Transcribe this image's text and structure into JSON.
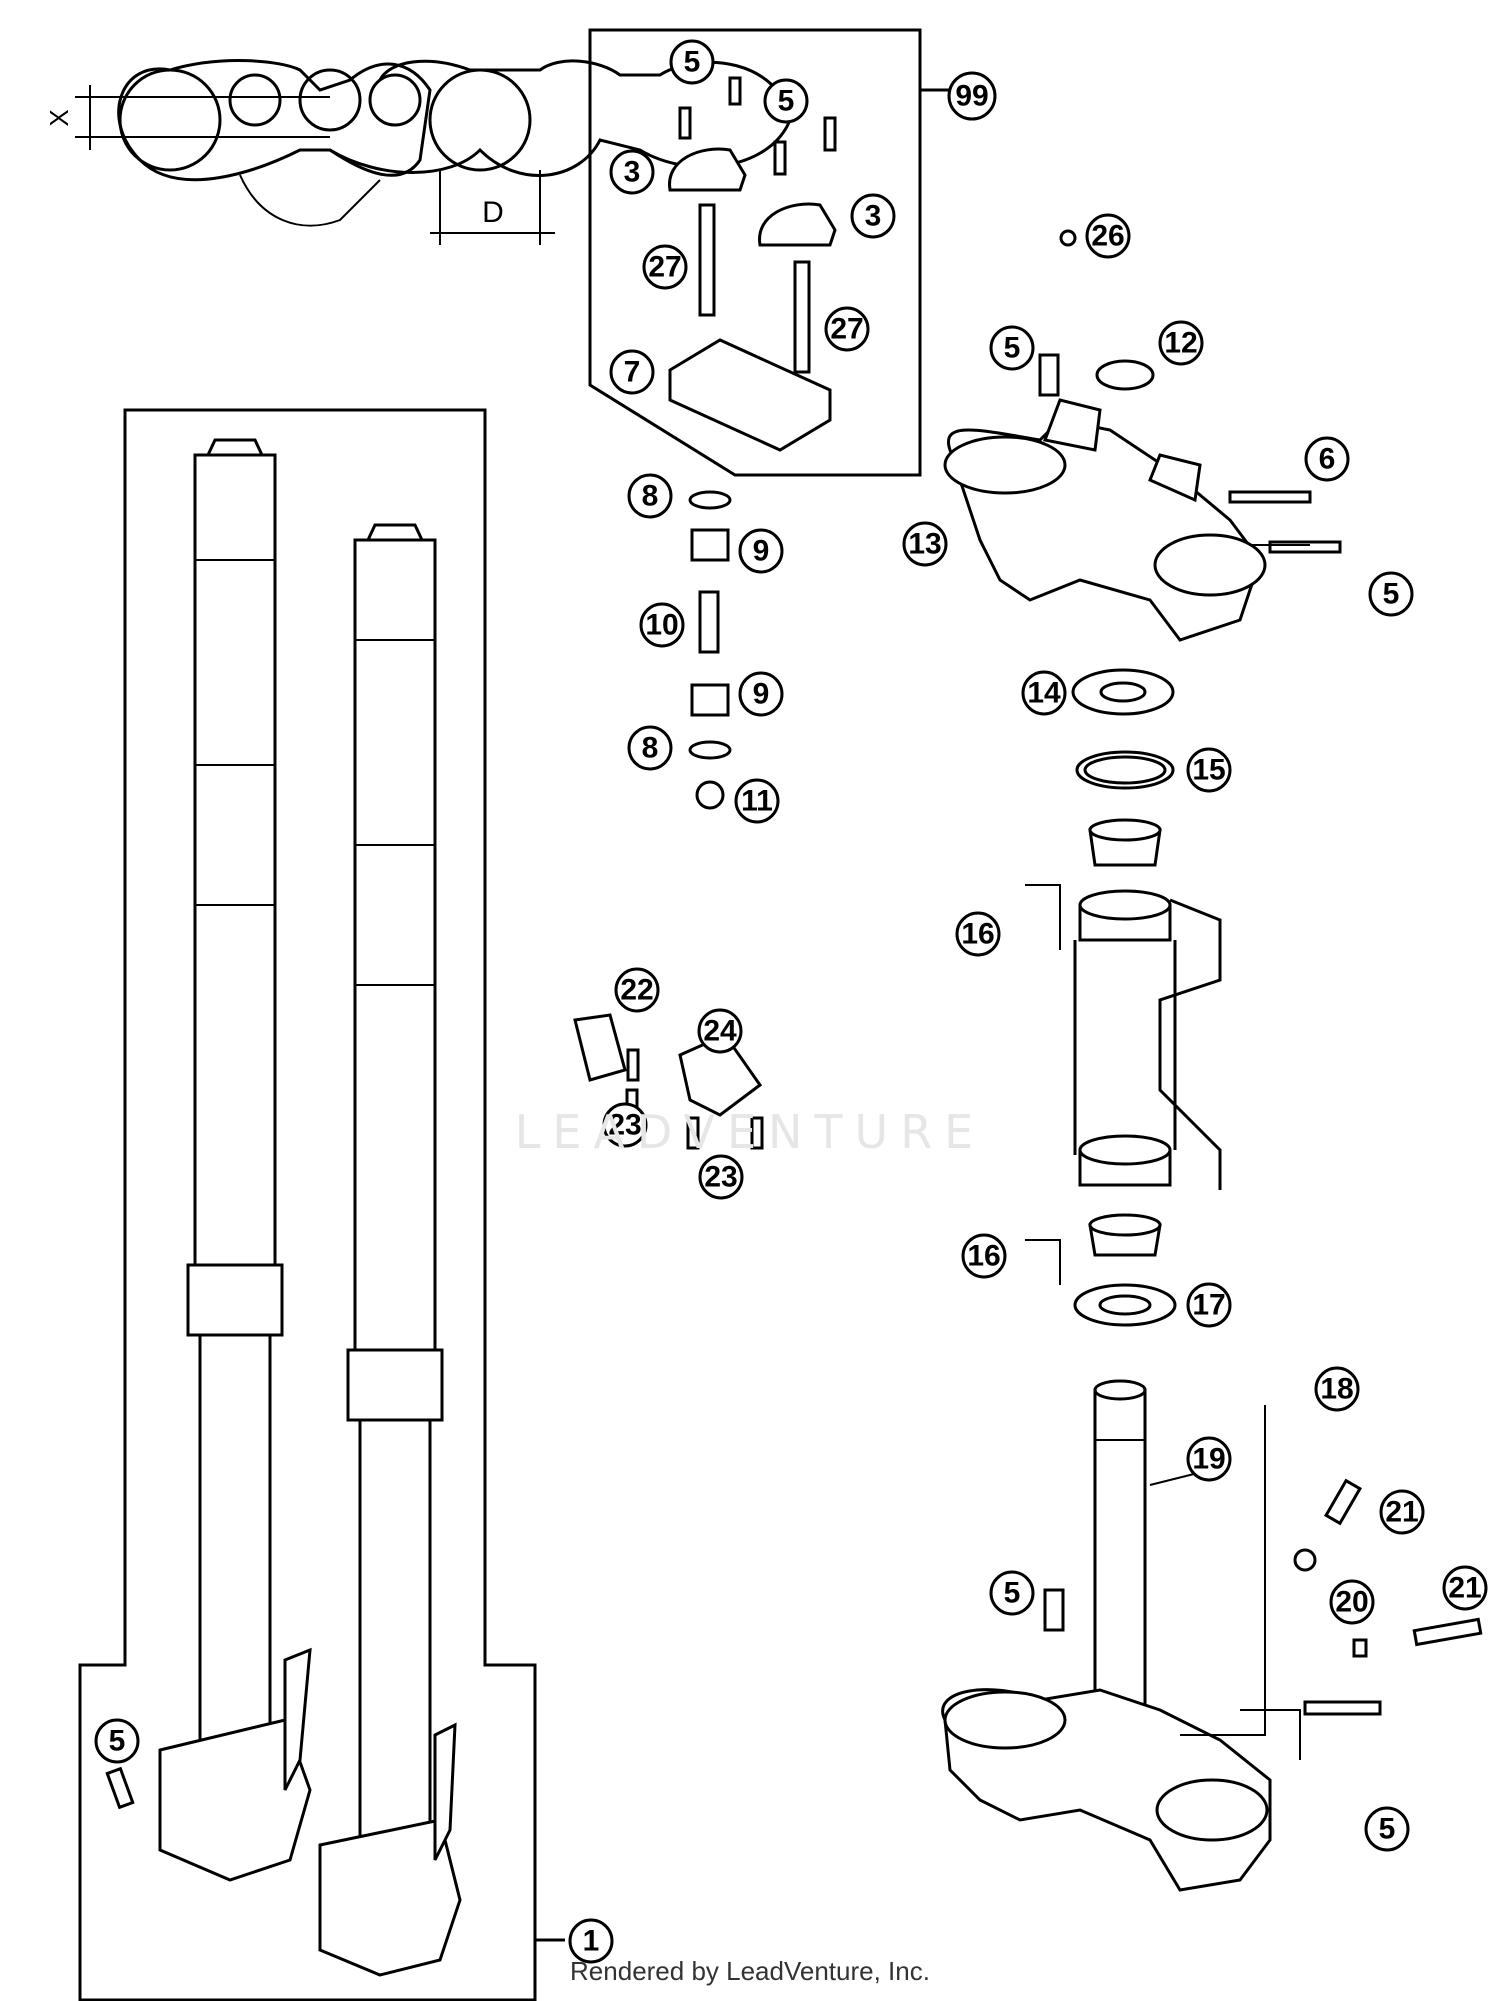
{
  "dimension_labels": {
    "x": "X",
    "d": "D"
  },
  "watermark": "LEADVENTURE",
  "credit": "Rendered by LeadVenture, Inc.",
  "callouts": [
    {
      "id": "99"
    },
    {
      "id": "5"
    },
    {
      "id": "5"
    },
    {
      "id": "3"
    },
    {
      "id": "3"
    },
    {
      "id": "27"
    },
    {
      "id": "27"
    },
    {
      "id": "7"
    },
    {
      "id": "26"
    },
    {
      "id": "5"
    },
    {
      "id": "12"
    },
    {
      "id": "6"
    },
    {
      "id": "13"
    },
    {
      "id": "5"
    },
    {
      "id": "8"
    },
    {
      "id": "9"
    },
    {
      "id": "10"
    },
    {
      "id": "9"
    },
    {
      "id": "8"
    },
    {
      "id": "11"
    },
    {
      "id": "14"
    },
    {
      "id": "15"
    },
    {
      "id": "16"
    },
    {
      "id": "22"
    },
    {
      "id": "24"
    },
    {
      "id": "23"
    },
    {
      "id": "23"
    },
    {
      "id": "16"
    },
    {
      "id": "17"
    },
    {
      "id": "18"
    },
    {
      "id": "19"
    },
    {
      "id": "21"
    },
    {
      "id": "5"
    },
    {
      "id": "20"
    },
    {
      "id": "21"
    },
    {
      "id": "5"
    },
    {
      "id": "5"
    },
    {
      "id": "1"
    }
  ]
}
